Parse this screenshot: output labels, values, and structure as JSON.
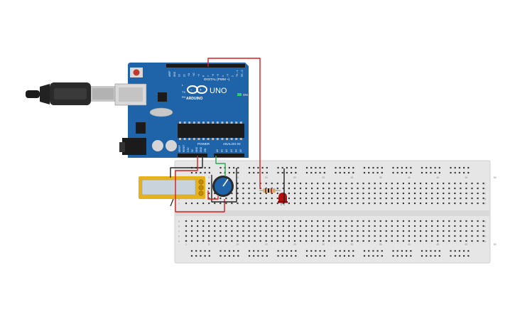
{
  "arduino": {
    "logo": "UNO",
    "brand": "ARDUINO",
    "digital_header": "DIGITAL (PWM ~)",
    "power_header": "POWER",
    "analog_header": "ANALOG IN",
    "on_label": "ON",
    "tx_label": "TX",
    "rx_label": "RX",
    "l_label": "L",
    "digital_pins": [
      "AREF",
      "GND",
      "13",
      "12",
      "~11",
      "~10",
      "~9",
      "8",
      "7",
      "~6",
      "~5",
      "4",
      "~3",
      "2",
      "TX→1",
      "RX←0"
    ],
    "power_pins": [
      "IOREF",
      "RESET",
      "3.3V",
      "5V",
      "GND",
      "GND",
      "VIN"
    ],
    "analog_pins": [
      "A0",
      "A1",
      "A2",
      "A3",
      "A4",
      "A5"
    ]
  },
  "breadboard": {
    "column_numbers": [
      "1",
      "5",
      "10",
      "15",
      "20",
      "25",
      "30",
      "35",
      "40",
      "45",
      "50",
      "55",
      "60"
    ],
    "row_letters_top": [
      "j",
      "i",
      "h",
      "g",
      "f"
    ],
    "row_letters_bottom": [
      "e",
      "d",
      "c",
      "b",
      "a"
    ]
  },
  "colors": {
    "board": "#1f63a8",
    "wire_red": "#d61f1f",
    "wire_black": "#222222",
    "wire_green": "#2aa84a",
    "lcd_frame": "#e6b21c",
    "led": "#b01010"
  }
}
